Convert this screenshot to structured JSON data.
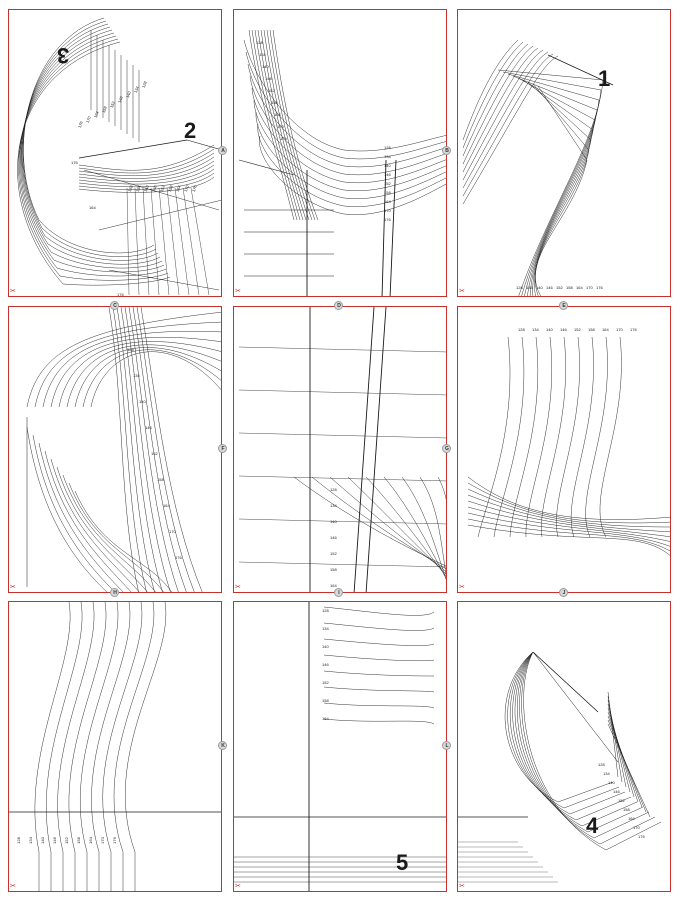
{
  "piece_numbers": [
    {
      "id": "1",
      "tile": 2
    },
    {
      "id": "2",
      "tile": 0
    },
    {
      "id": "3",
      "tile": 0
    },
    {
      "id": "4",
      "tile": 8
    },
    {
      "id": "5",
      "tile": 7
    }
  ],
  "join_markers": [
    "A",
    "B",
    "C",
    "D",
    "E",
    "F",
    "G",
    "H",
    "I",
    "J",
    "K",
    "L"
  ],
  "sizes": [
    "128",
    "134",
    "140",
    "146",
    "152",
    "158",
    "164",
    "170",
    "176"
  ],
  "colors": {
    "tile_border": "#c9302c",
    "pattern_line": "#1a1a1a",
    "marker_fill": "#d8d8d8"
  },
  "icons": [
    "scissors-icon"
  ]
}
